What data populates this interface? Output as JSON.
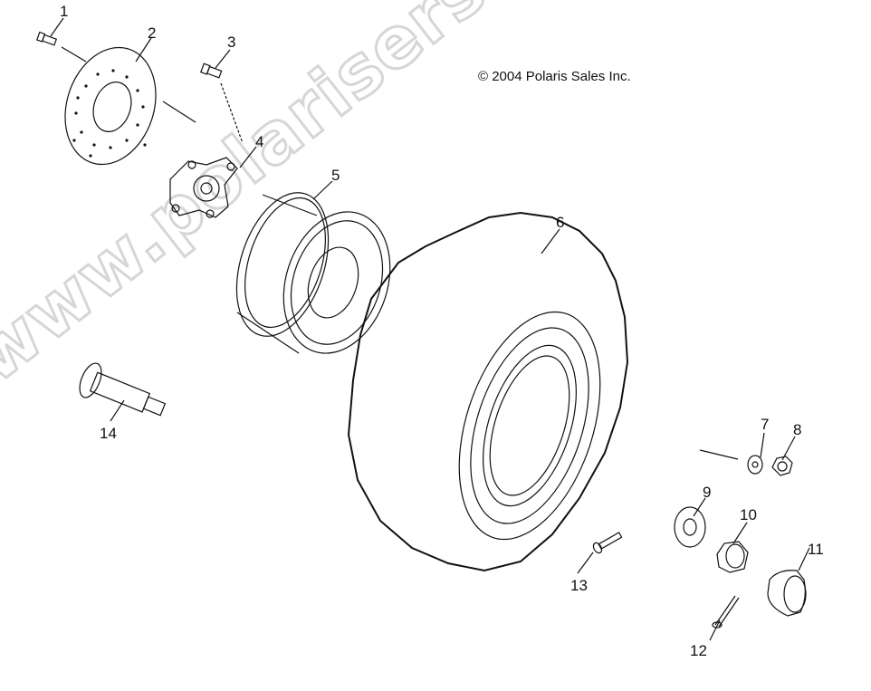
{
  "diagram": {
    "type": "exploded parts diagram",
    "subject": "ATV front wheel assembly",
    "copyright": "© 2004 Polaris Sales Inc.",
    "watermark": "www.polarisersatzteile.de",
    "callouts": [
      {
        "number": "1",
        "part": "bolt"
      },
      {
        "number": "2",
        "part": "brake disc"
      },
      {
        "number": "3",
        "part": "bolt"
      },
      {
        "number": "4",
        "part": "wheel hub"
      },
      {
        "number": "5",
        "part": "rim"
      },
      {
        "number": "6",
        "part": "tire"
      },
      {
        "number": "7",
        "part": "washer"
      },
      {
        "number": "8",
        "part": "lug nut"
      },
      {
        "number": "9",
        "part": "washer"
      },
      {
        "number": "10",
        "part": "castle nut"
      },
      {
        "number": "11",
        "part": "hub cap"
      },
      {
        "number": "12",
        "part": "cotter pin"
      },
      {
        "number": "13",
        "part": "valve stem"
      },
      {
        "number": "14",
        "part": "wheel stud / spindle"
      }
    ]
  }
}
